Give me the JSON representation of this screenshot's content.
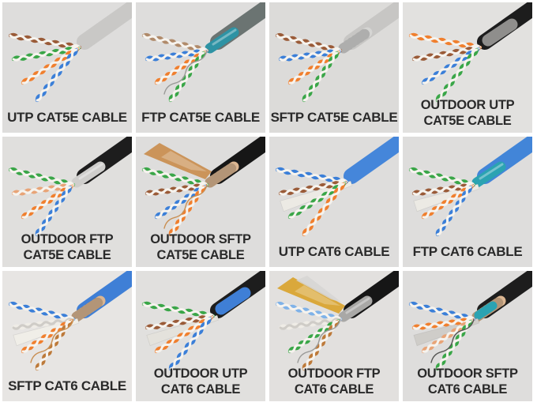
{
  "page": {
    "description": "Grid of twisted-pair ethernet cable product photos",
    "background": "#ffffff",
    "label_color": "#2a2a2a"
  },
  "grid": {
    "columns": 4,
    "rows": 3,
    "cells": [
      {
        "id": "utp-cat5e",
        "label_lines": [
          "UTP CAT5E CABLE"
        ],
        "bg": "#dedddc",
        "jacket": "#c9c8c6",
        "pairs": [
          "#9a5b38",
          "#3aa648",
          "#f07f2e",
          "#3b7fd8"
        ]
      },
      {
        "id": "ftp-cat5e",
        "label_lines": [
          "FTP CAT5E CABLE"
        ],
        "bg": "#dedddc",
        "jacket": "#6b7472",
        "shield": {
          "style": "foil",
          "color": "#2e93a4"
        },
        "pairs": [
          "#b08a6a",
          "#3b7fd8",
          "#f07f2e",
          "#3aa648"
        ],
        "drain": "#9a9a98"
      },
      {
        "id": "sftp-cat5e",
        "label_lines": [
          "SFTP CAT5E CABLE"
        ],
        "bg": "#dcdbd9",
        "jacket": "#c7c6c4",
        "shield": {
          "style": "braid",
          "color": "#b3b2b0"
        },
        "pairs": [
          "#9a5b38",
          "#3b7fd8",
          "#f07f2e",
          "#3aa648"
        ]
      },
      {
        "id": "outdoor-utp-cat5e",
        "label_lines": [
          "OUTDOOR UTP",
          "CAT5E CABLE"
        ],
        "bg": "#e2e1df",
        "jacket": "#1d1d1d",
        "inner_jacket": "#8f8e8c",
        "pairs": [
          "#f07f2e",
          "#9a5b38",
          "#3b7fd8",
          "#3aa648"
        ]
      },
      {
        "id": "outdoor-ftp-cat5e",
        "label_lines": [
          "OUTDOOR FTP",
          "CAT5E CABLE"
        ],
        "bg": "#e0dfdd",
        "jacket": "#1d1d1d",
        "shield": {
          "style": "foil",
          "color": "#cfcecc"
        },
        "pairs": [
          "#3aa648",
          "#e8a477",
          "#f07f2e",
          "#3b7fd8"
        ]
      },
      {
        "id": "outdoor-sftp-cat5e",
        "label_lines": [
          "OUTDOOR SFTP",
          "CAT5E CABLE"
        ],
        "bg": "#dedddc",
        "jacket": "#161616",
        "shield": {
          "style": "braid",
          "color": "#bd7a3a"
        },
        "foil_fan": "#c98f52",
        "pairs": [
          "#3aa648",
          "#9a5b38",
          "#3b7fd8",
          "#f07f2e"
        ],
        "drain": "#c98f52"
      },
      {
        "id": "utp-cat6",
        "label_lines": [
          "UTP CAT6 CABLE"
        ],
        "bg": "#dedddc",
        "jacket": "#4586da",
        "pairs": [
          "#3b7fd8",
          "#9a5b38",
          "#3aa648",
          "#f07f2e"
        ],
        "spline": "#eceae4"
      },
      {
        "id": "ftp-cat6",
        "label_lines": [
          "FTP CAT6 CABLE"
        ],
        "bg": "#dedddc",
        "jacket": "#4285d8",
        "shield": {
          "style": "foil",
          "color": "#2ba3b2"
        },
        "pairs": [
          "#3aa648",
          "#9a5b38",
          "#f07f2e",
          "#3b7fd8"
        ],
        "spline": "#eceae4"
      },
      {
        "id": "sftp-cat6",
        "label_lines": [
          "SFTP CAT6 CABLE"
        ],
        "bg": "#e7e5e3",
        "jacket": "#3f7fd6",
        "shield": {
          "style": "braid",
          "color": "#bd7a3a"
        },
        "pairs": [
          "#3b7fd8",
          "#efece6",
          "#f07f2e",
          "#bd7a3a"
        ],
        "spline": "#f0eee8",
        "drain": "#c98f52"
      },
      {
        "id": "outdoor-utp-cat6",
        "label_lines": [
          "OUTDOOR UTP",
          "CAT6 CABLE"
        ],
        "bg": "#e1e0de",
        "jacket": "#1d1d1d",
        "inner_jacket": "#3f7fd6",
        "pairs": [
          "#3aa648",
          "#9a5b38",
          "#f07f2e",
          "#3b7fd8"
        ],
        "spline": "#e4e2dc"
      },
      {
        "id": "outdoor-ftp-cat6",
        "label_lines": [
          "OUTDOOR FTP",
          "CAT6 CABLE"
        ],
        "bg": "#e2e0de",
        "jacket": "#161616",
        "shield": {
          "style": "foil",
          "color": "#a9a8a6"
        },
        "foil_fan": "#d9a431",
        "foil_fan2": "#d6d5d3",
        "pairs": [
          "#7fb2e8",
          "#efece6",
          "#3aa648",
          "#bd7a3a"
        ],
        "drain": "#9a9a98"
      },
      {
        "id": "outdoor-sftp-cat6",
        "label_lines": [
          "OUTDOOR SFTP",
          "CAT6 CABLE"
        ],
        "bg": "#dedddc",
        "jacket": "#1d1d1d",
        "shield": {
          "style": "braid",
          "color": "#bd7a3a"
        },
        "foil_accent": "#2ba3b2",
        "pairs": [
          "#3b7fd8",
          "#f07f2e",
          "#e8a477",
          "#3aa648"
        ],
        "spline": "#cfcdc9",
        "drain": "#555553"
      }
    ]
  }
}
